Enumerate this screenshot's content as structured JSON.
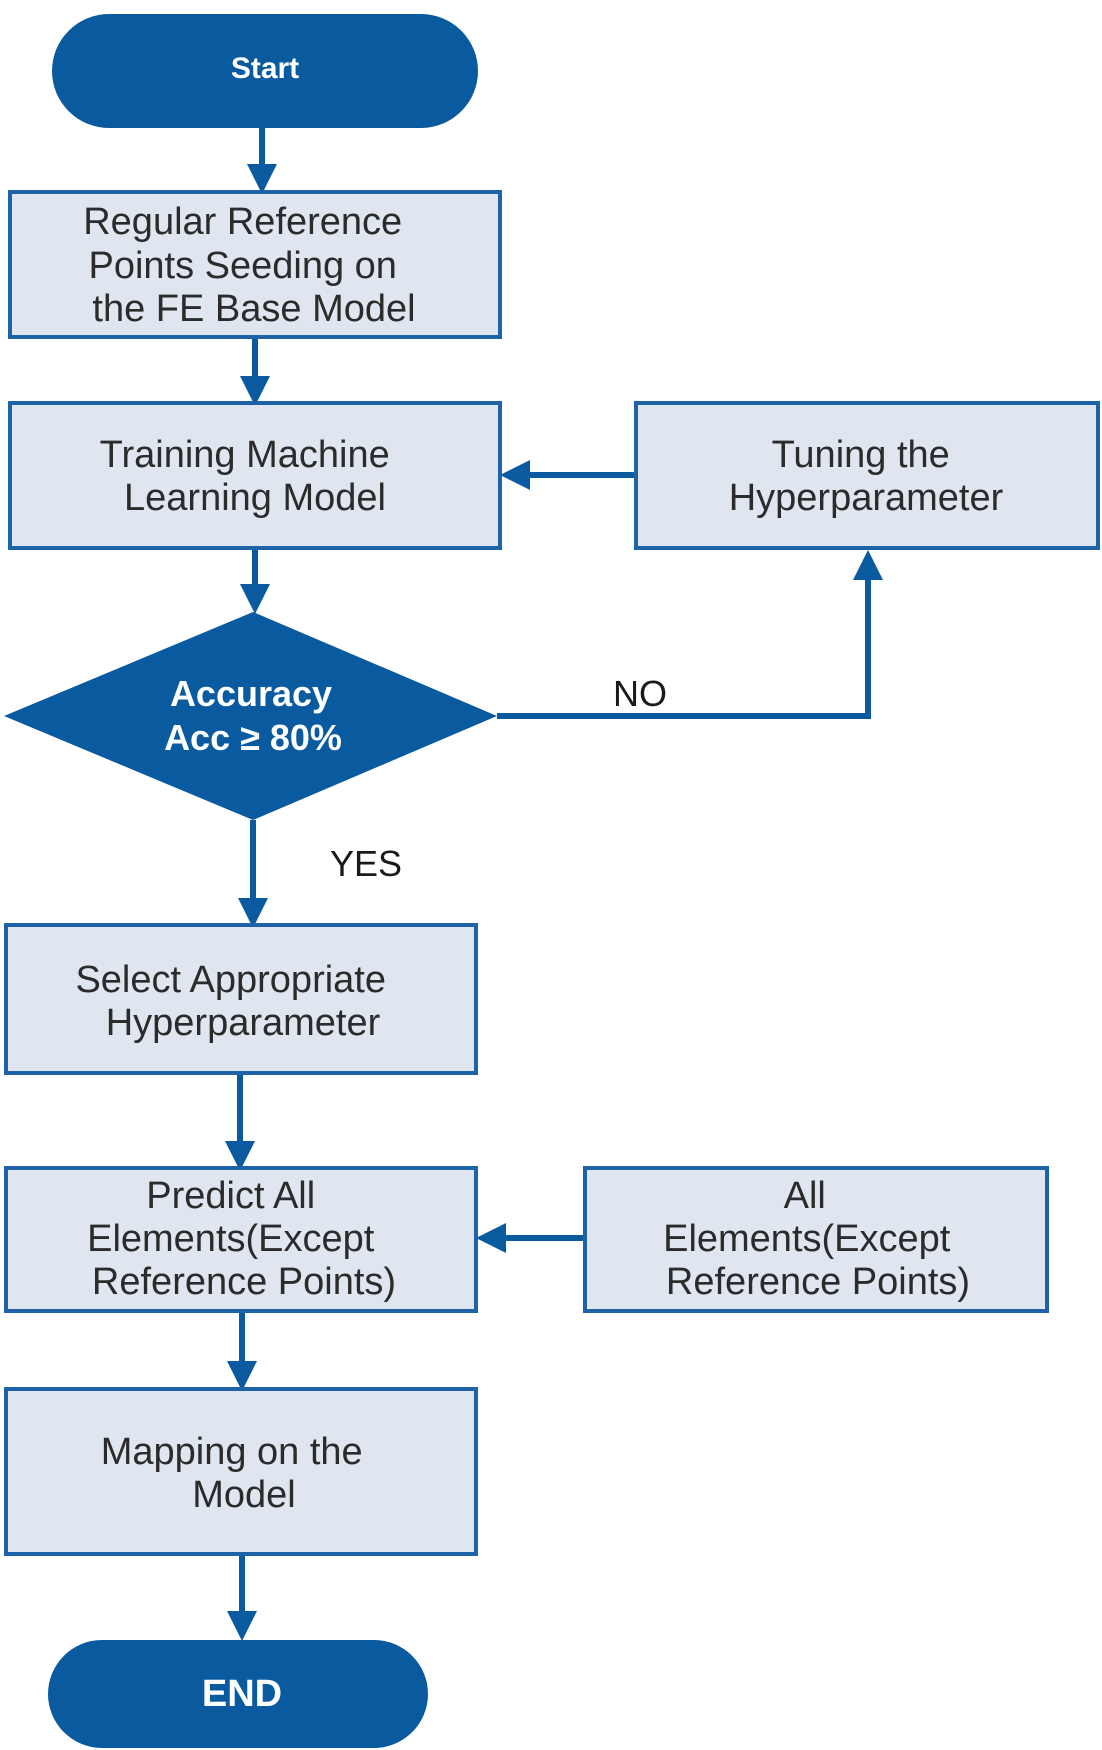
{
  "colors": {
    "primary": "#0a5aa0",
    "box_fill": "#dfe6ef",
    "box_stroke": "#1e63a8",
    "box_text": "#2b2b2b",
    "terminal_text": "#ffffff"
  },
  "nodes": {
    "start": {
      "lines": [
        "Start"
      ]
    },
    "seeding": {
      "lines": [
        "Regular Reference",
        "Points Seeding on",
        "the FE Base Model"
      ]
    },
    "training": {
      "lines": [
        "Training Machine",
        "Learning Model"
      ]
    },
    "tuning": {
      "lines": [
        "Tuning the",
        "Hyperparameter"
      ]
    },
    "decision": {
      "lines": [
        "Accuracy",
        "Acc ≥ 80%"
      ]
    },
    "select": {
      "lines": [
        "Select Appropriate",
        "Hyperparameter"
      ]
    },
    "predict": {
      "lines": [
        "Predict All",
        "Elements(Except",
        "Reference Points)"
      ]
    },
    "all_elements": {
      "lines": [
        "All",
        "Elements(Except",
        "Reference Points)"
      ]
    },
    "mapping": {
      "lines": [
        "Mapping on the",
        "Model"
      ]
    },
    "end": {
      "lines": [
        "END"
      ]
    }
  },
  "edge_labels": {
    "no": "NO",
    "yes": "YES"
  }
}
